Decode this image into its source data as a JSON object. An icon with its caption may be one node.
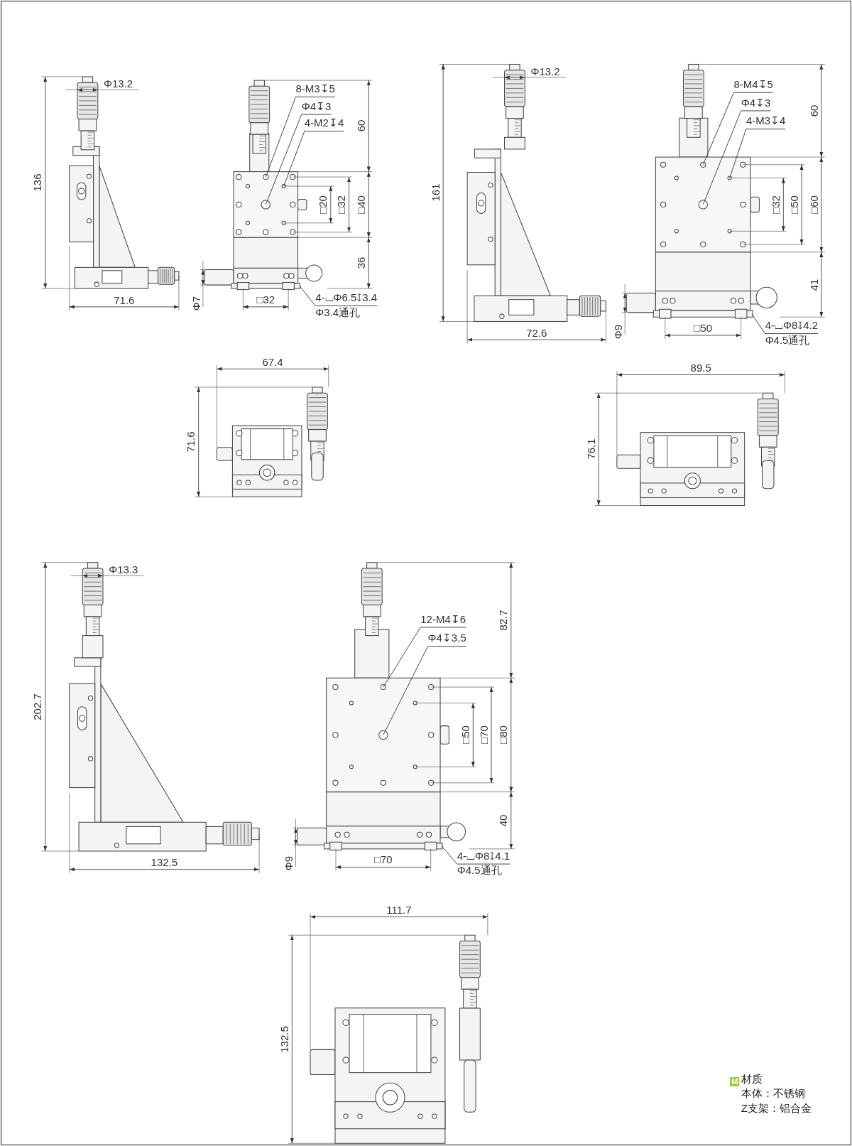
{
  "diagram": {
    "nodes": [
      {
        "text": [
          "8-M3↧5"
        ]
      },
      {
        "text": [
          "Φ4↧3"
        ]
      },
      {
        "text": [
          "4-M2↧4"
        ]
      },
      {
        "text": [
          "4-⌴Φ6.5↧3.4",
          "Φ3.4通孔"
        ]
      },
      {
        "text": [
          "8-M4↧5"
        ]
      },
      {
        "text": [
          "Φ4↧3"
        ]
      },
      {
        "text": [
          "4-M3↧4"
        ]
      },
      {
        "text": [
          "4-⌴Φ8↧4.2",
          "Φ4.5通孔"
        ]
      },
      {
        "text": [
          "12-M4↧6"
        ]
      },
      {
        "text": [
          "Φ4↧3.5"
        ]
      },
      {
        "text": [
          "4-⌴Φ8↧4.1",
          "Φ4.5通孔"
        ]
      }
    ],
    "edges": [
      {
        "from": 0,
        "to": null,
        "arrow": "none"
      },
      {
        "from": 1,
        "to": null,
        "arrow": "none"
      },
      {
        "from": 2,
        "to": null,
        "arrow": "none"
      },
      {
        "from": 3,
        "to": null,
        "arrow": "none"
      },
      {
        "from": 4,
        "to": null,
        "arrow": "none"
      },
      {
        "from": 5,
        "to": null,
        "arrow": "none"
      },
      {
        "from": 6,
        "to": null,
        "arrow": "none"
      },
      {
        "from": 7,
        "to": null,
        "arrow": "none"
      },
      {
        "from": 8,
        "to": null,
        "arrow": "none"
      },
      {
        "from": 9,
        "to": null,
        "arrow": "none"
      },
      {
        "from": 10,
        "to": null,
        "arrow": "none"
      }
    ],
    "labels": [
      "Φ13.2",
      "136",
      "71.6",
      "60",
      "□20",
      "□32",
      "□40",
      "36",
      "Φ7",
      "□32",
      "67.4",
      "71.6",
      "Φ13.2",
      "161",
      "72.6",
      "60",
      "□32",
      "□50",
      "□60",
      "41",
      "Φ9",
      "□50",
      "89.5",
      "76.1",
      "Φ13.3",
      "202.7",
      "132.5",
      "82.7",
      "□50",
      "□70",
      "□80",
      "40",
      "Φ9",
      "□70",
      "111.7",
      "132.5",
      "M",
      "材质",
      "本体：不锈钢",
      "Z支架：铝合金"
    ]
  }
}
